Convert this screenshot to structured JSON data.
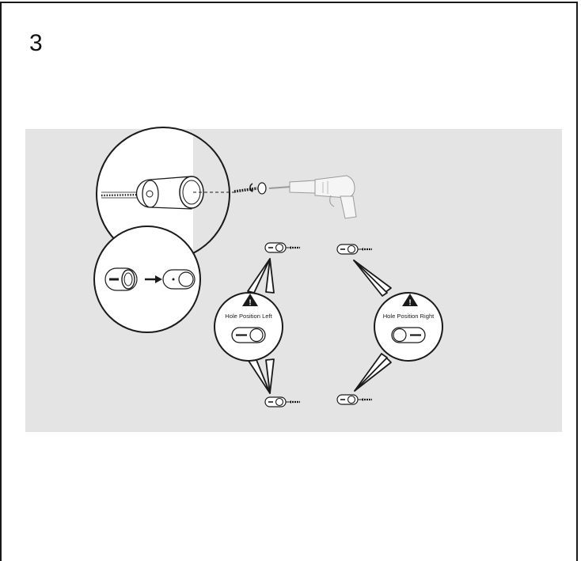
{
  "step": {
    "number": "3"
  },
  "diagram": {
    "label_left": "Hole Position Left",
    "label_right": "Hole Position Right",
    "colors": {
      "panel": "#e4e4e4",
      "stroke": "#1a1a1a",
      "fill": "#ffffff"
    }
  }
}
